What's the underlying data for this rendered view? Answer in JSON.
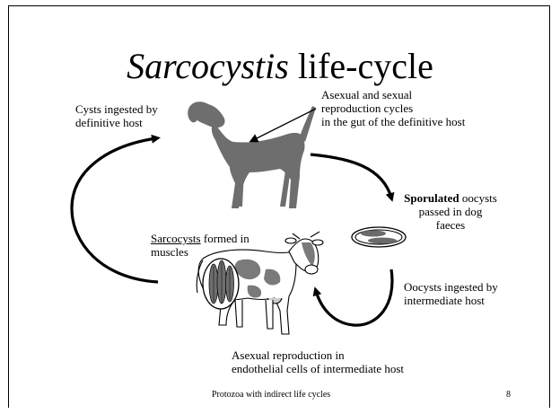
{
  "slide": {
    "title_italic": "Sarcocystis",
    "title_rest": " life-cycle",
    "labels": {
      "cysts_ingested_1": "Cysts ingested by",
      "cysts_ingested_2": "definitive host",
      "asexual_sexual_1": "Asexual and sexual",
      "asexual_sexual_2": "reproduction cycles",
      "asexual_sexual_3": "in the gut of the definitive host",
      "sporulated_bold": "Sporulated",
      "sporulated_rest": " oocysts",
      "sporulated_2": "passed in dog",
      "sporulated_3": "faeces",
      "sarcocysts_underlined": "Sarcocysts",
      "sarcocysts_rest": " formed in",
      "sarcocysts_2": "muscles",
      "oocysts_ingested_1": "Oocysts ingested by",
      "oocysts_ingested_2": "intermediate host",
      "asexual_repro_1": "Asexual reproduction in",
      "asexual_repro_2": "endothelial cells of intermediate host"
    },
    "footer": {
      "text": "Protozoa with indirect life cycles",
      "page_number": "8"
    },
    "icons": [
      "dog-silhouette",
      "cow-illustration",
      "oocyst-dish",
      "cyst-closeup"
    ],
    "colors": {
      "animal_gray": "#6e6e6e",
      "cow_spots": "#7a7a7a",
      "oocyst": "#6b6b6b"
    }
  }
}
